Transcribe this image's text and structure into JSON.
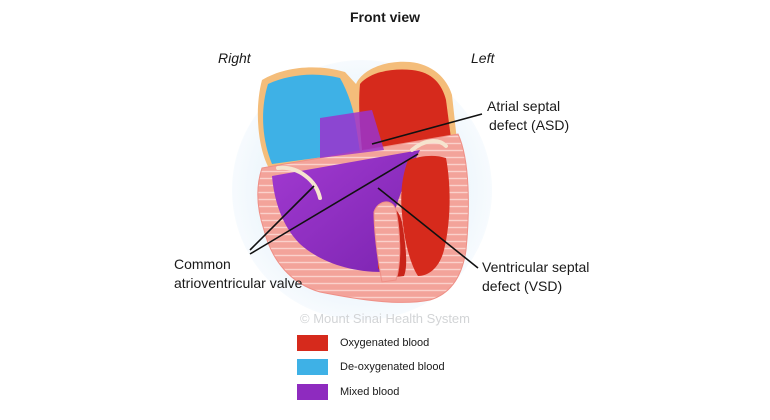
{
  "title": "Front view",
  "side_labels": {
    "right": "Right",
    "left": "Left"
  },
  "callouts": {
    "asd": [
      "Atrial septal",
      "defect (ASD)"
    ],
    "vsd": [
      "Ventricular septal",
      "defect (VSD)"
    ],
    "avv": [
      "Common",
      "atrioventricular valve"
    ]
  },
  "copyright": "© Mount Sinai Health System",
  "legend": [
    {
      "label": "Oxygenated blood",
      "color": "#d62a1c"
    },
    {
      "label": "De-oxygenated blood",
      "color": "#3eb1e6"
    },
    {
      "label": "Mixed blood",
      "color": "#8e2bbf"
    }
  ]
}
